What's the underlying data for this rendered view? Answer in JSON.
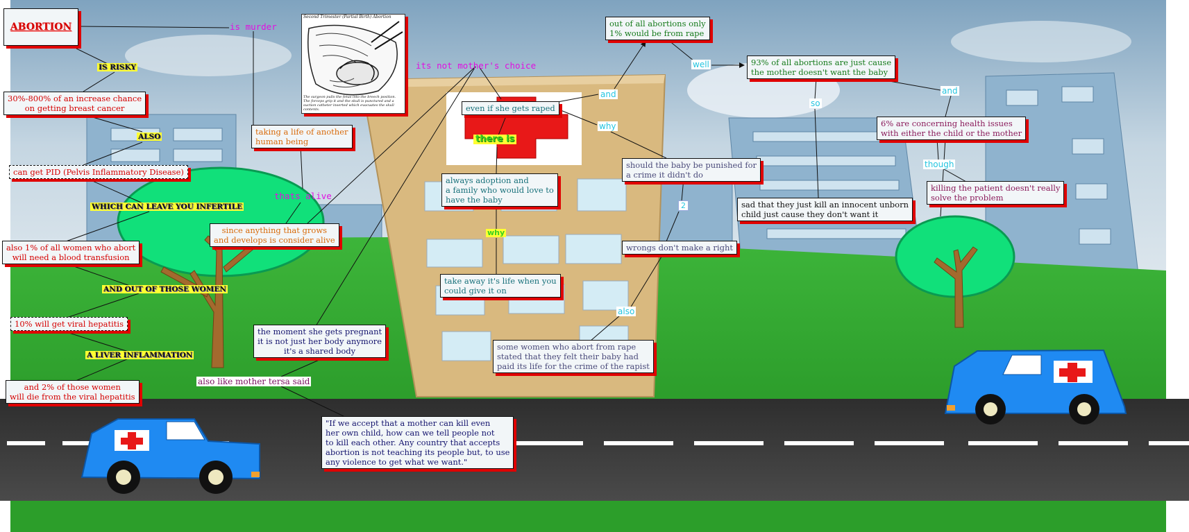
{
  "title": "ABORTION",
  "illustration": {
    "caption_top": "Second Trimester (Partial Birth) Abortion",
    "caption_bottom": "The surgeon pulls the fetus into the breech position. The forceps grip it and the skull is punctured and a suction catheter inserted which evacuates the skull contents."
  },
  "risks": {
    "is_risky": "IS RISKY",
    "breast_cancer": [
      "30%-800% of an increase chance",
      "on getting breast cancer"
    ],
    "also": "ALSO",
    "pid": "can get PID (Pelvis Inflammatory Disease)",
    "infertile": "WHICH CAN LEAVE YOU INFERTILE",
    "transfusion": [
      "also 1% of all women who abort",
      "will need a blood transfusion"
    ],
    "out_of_those": "AND OUT OF THOSE WOMEN",
    "hepatitis": "10% will get viral hepatitis",
    "liver": "A LIVER INFLAMMATION",
    "die": [
      "and 2% of those women",
      "will die from the viral hepatitis"
    ]
  },
  "murder": {
    "is_murder": "is murder",
    "taking_life": [
      "taking a life of another",
      "human being"
    ],
    "thats_alive": "thats alive",
    "grows": [
      "since anything that grows",
      "and develops is consider alive"
    ]
  },
  "choice": {
    "not_choice": "its not mother's choice",
    "pregnant": [
      "the moment she gets pregnant",
      "it is not just her body anymore",
      "it's a shared body"
    ],
    "tersa": "also like mother tersa said",
    "quote": [
      "\"If we accept that a mother can kill even",
      "her own child, how can we tell people not",
      "to kill each other. Any country that accepts",
      "abortion is not teaching its people but, to use",
      "any violence to get what we want.\""
    ]
  },
  "rape": {
    "even_if": "even if she gets raped",
    "theres": "there is",
    "adoption": [
      "always adoption and",
      "a family who would love to",
      "have the baby"
    ],
    "why_a": "why",
    "take_away": [
      "take away it's life when you",
      "could give it on"
    ],
    "why_b": "why",
    "punished": [
      "should the baby be punished for",
      "a crime it didn't do"
    ],
    "two": "2",
    "wrongs": "wrongs don't make a right",
    "also": "also",
    "women_felt": [
      "some women who abort from rape",
      "stated that they felt their baby had",
      "paid its life for the crime of the rapist"
    ],
    "and": "and",
    "only_1": [
      "out of all abortions only",
      "1% would be from rape"
    ],
    "well": "well",
    "ninety_three": [
      "93% of all abortions are just cause",
      "the mother doesn't want the baby"
    ],
    "so": "so",
    "sad": [
      "sad that they just kill an innocent unborn",
      "child just cause they don't want it"
    ],
    "and2": "and",
    "six": [
      "6% are concerning health issues",
      "with either the child or the mother"
    ],
    "though": "though",
    "killing": [
      "killing the patient doesn't really",
      "solve the problem"
    ]
  },
  "colors": {
    "sky": "#a9c4d8",
    "grass": "#2c9e2a",
    "road": "#3c3c3c",
    "building": "#8ab0cc",
    "hospital": "#d8b87e",
    "ambulance": "#2a8ef0",
    "shadow": "#e00000"
  }
}
